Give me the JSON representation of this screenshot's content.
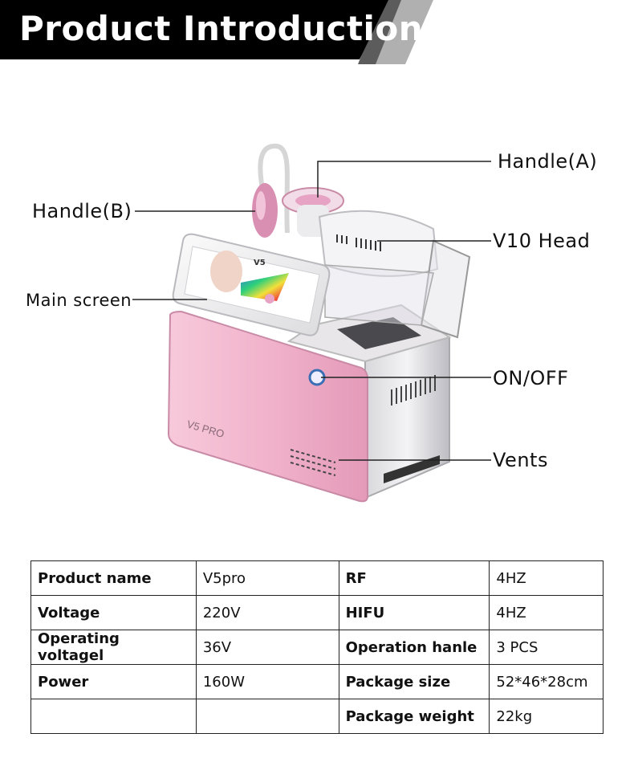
{
  "header": {
    "title": "Product Introduction"
  },
  "callouts": {
    "handle_a": "Handle(A)",
    "handle_b": "Handle(B)",
    "v10_head": "V10 Head",
    "main_screen": "Main screen",
    "on_off": "ON/OFF",
    "vents": "Vents"
  },
  "device": {
    "brand_mark": "V5 PRO",
    "screen_logo": "V5"
  },
  "specs": {
    "rows": [
      {
        "k1": "Product name",
        "v1": "V5pro",
        "k2": "RF",
        "v2": "4HZ"
      },
      {
        "k1": "Voltage",
        "v1": "220V",
        "k2": "HIFU",
        "v2": "4HZ"
      },
      {
        "k1": "Operating voltagel",
        "v1": "36V",
        "k2": "Operation hanle",
        "v2": "3 PCS"
      },
      {
        "k1": "Power",
        "v1": "160W",
        "k2": "Package size",
        "v2": "52*46*28cm"
      },
      {
        "k1": "",
        "v1": "",
        "k2": "Package weight",
        "v2": "22kg"
      }
    ]
  },
  "colors": {
    "banner": "#000000",
    "accent_gray": "#777777",
    "device_pink": "#f2b5cf"
  }
}
